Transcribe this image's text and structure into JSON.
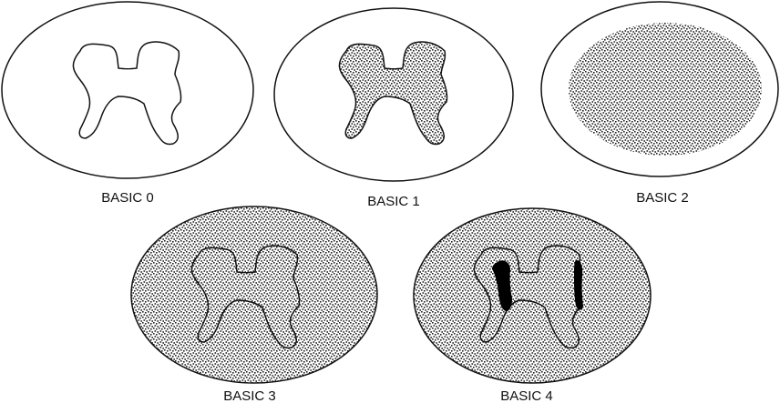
{
  "panels": [
    {
      "label": "BASIC 0",
      "fill": "none"
    },
    {
      "label": "BASIC 1",
      "fill": "gray-matter"
    },
    {
      "label": "BASIC 2",
      "fill": "central-oval"
    },
    {
      "label": "BASIC 3",
      "fill": "whole-cord"
    },
    {
      "label": "BASIC 4",
      "fill": "whole-cord-with-hemorrhage"
    }
  ],
  "colors": {
    "outline": "#111111",
    "hatch": "#222222",
    "hemorrhage": "#000000",
    "background": "#ffffff"
  }
}
